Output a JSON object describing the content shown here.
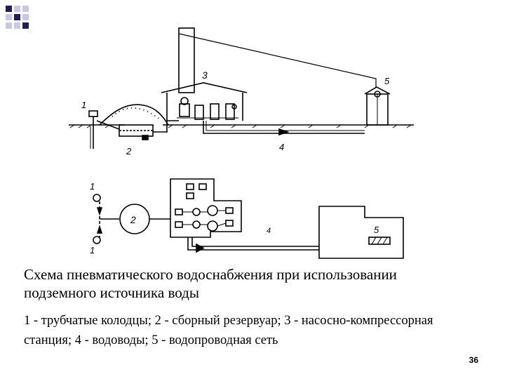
{
  "slide": {
    "title": "Схема пневматического водоснабжения при использовании подземного источника воды",
    "legend": "1 - трубчатые колодцы; 2 - сборный резервуар; 3 - насосно-компрессорная станция; 4 - водоводы; 5 - водопроводная сеть",
    "page_number": "36"
  },
  "diagram": {
    "labels": {
      "well": "1",
      "reservoir": "2",
      "station": "3",
      "pipeline": "4",
      "network": "5"
    }
  },
  "colors": {
    "square_dark": "#1f1f55",
    "square_light": "#c8c8e6",
    "ink": "#000000"
  }
}
